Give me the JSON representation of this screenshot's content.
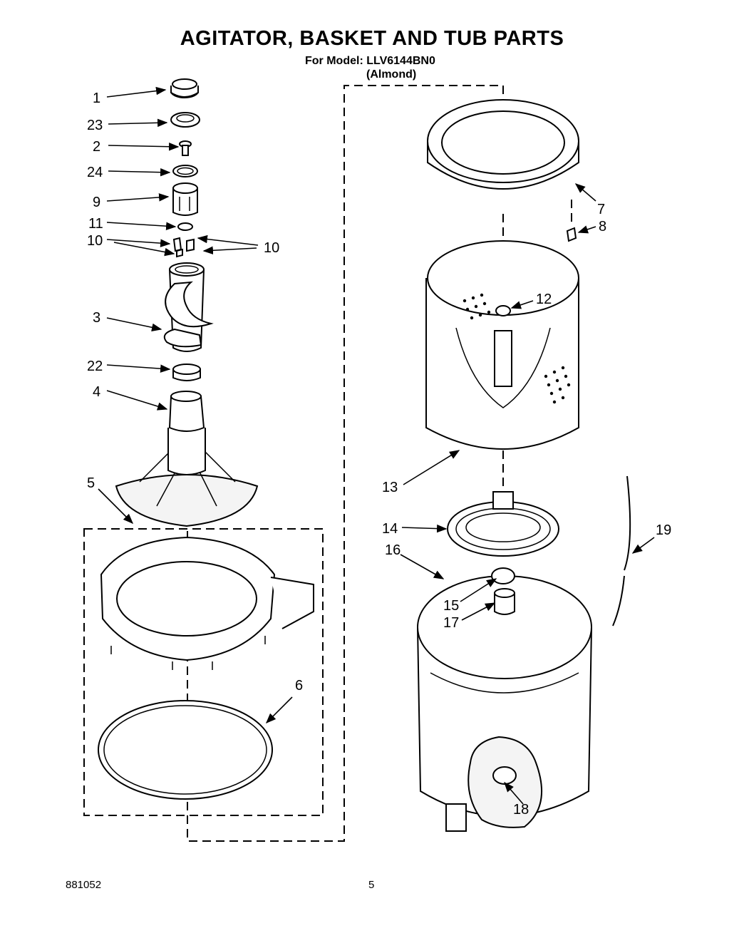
{
  "header": {
    "title": "AGITATOR, BASKET AND TUB PARTS",
    "model_line": "For Model: LLV6144BN0",
    "variant": "(Almond)"
  },
  "footer": {
    "doc_number": "881052",
    "page_number": "5"
  },
  "callouts": [
    "1",
    "23",
    "2",
    "24",
    "9",
    "11",
    "10",
    "10",
    "3",
    "22",
    "4",
    "5",
    "6",
    "7",
    "8",
    "12",
    "13",
    "14",
    "16",
    "15",
    "17",
    "18",
    "19"
  ]
}
